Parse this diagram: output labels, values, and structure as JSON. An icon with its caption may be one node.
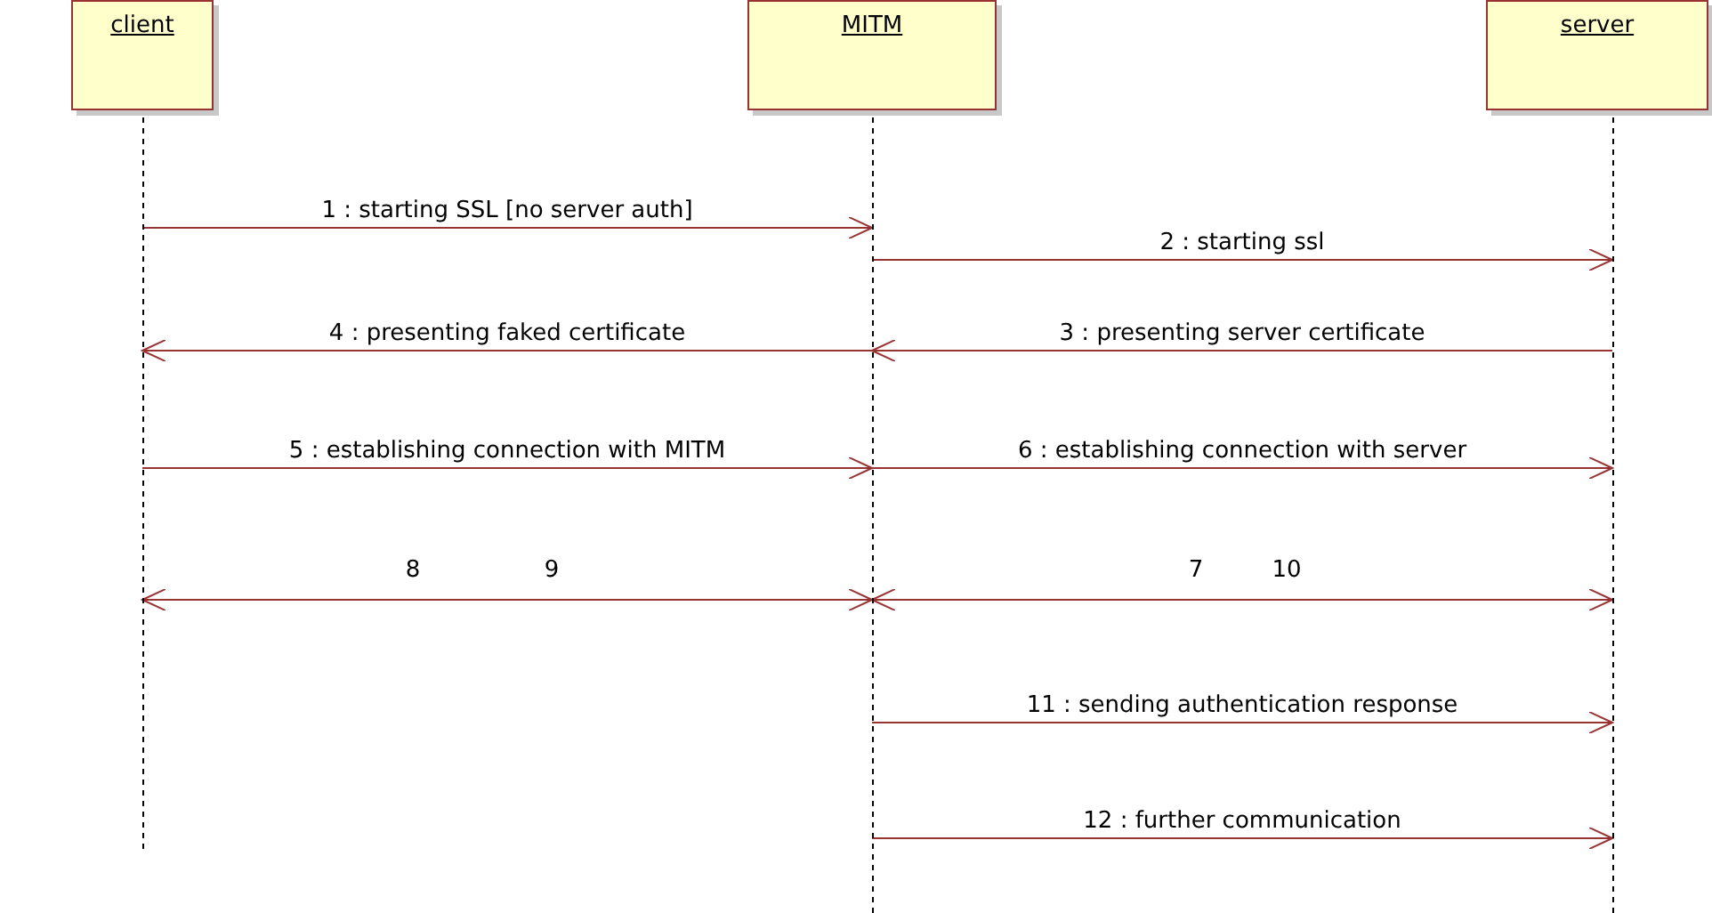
{
  "diagram": {
    "nodes": [
      {
        "text": [
          "client"
        ]
      },
      {
        "text": [
          "MITM"
        ]
      },
      {
        "text": [
          "server"
        ]
      }
    ],
    "edges": [
      {
        "from": 0,
        "to": 1,
        "arrow": "to",
        "label": "1 : starting SSL [no server auth]"
      },
      {
        "from": 1,
        "to": 2,
        "arrow": "to",
        "label": "2 : starting ssl"
      },
      {
        "from": 1,
        "to": 0,
        "arrow": "to",
        "label": "4 : presenting faked certificate"
      },
      {
        "from": 2,
        "to": 1,
        "arrow": "to",
        "label": "3 : presenting server certificate"
      },
      {
        "from": 0,
        "to": 1,
        "arrow": "to",
        "label": "5 : establishing connection with MITM"
      },
      {
        "from": 1,
        "to": 2,
        "arrow": "to",
        "label": "6 : establishing connection with server"
      },
      {
        "from": 0,
        "to": 1,
        "arrow": "both",
        "label": "8"
      },
      {
        "from": 1,
        "to": 2,
        "arrow": "both",
        "label": "7"
      },
      {
        "from": 1,
        "to": 2,
        "arrow": "to",
        "label": "11 : sending authentication response"
      },
      {
        "from": 1,
        "to": 2,
        "arrow": "to",
        "label": "12 : further communication"
      }
    ],
    "labels": [
      "9",
      "10"
    ]
  }
}
